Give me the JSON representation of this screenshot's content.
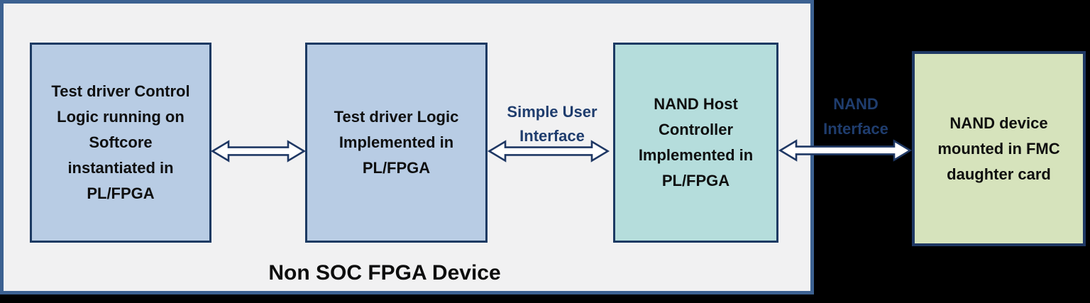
{
  "diagram": {
    "container": {
      "label": "Non SOC FPGA Device",
      "fill": "#f1f1f2",
      "border": "#3c6191",
      "label_color": "#0d0d0d"
    },
    "boxes": [
      {
        "name": "test-driver-control",
        "label": "Test driver Control Logic running on Softcore instantiated in PL/FPGA",
        "fill": "#b8cce4",
        "border": "#1c3a63"
      },
      {
        "name": "test-driver-logic",
        "label": "Test driver Logic Implemented in PL/FPGA",
        "fill": "#b8cce4",
        "border": "#1c3a63"
      },
      {
        "name": "nand-host-controller",
        "label": "NAND Host Controller Implemented in PL/FPGA",
        "fill": "#b5dddc",
        "border": "#1c3a63"
      },
      {
        "name": "nand-device",
        "label": "NAND device mounted in FMC daughter card",
        "fill": "#d6e3bc",
        "border": "#1f3864"
      }
    ],
    "connections": [
      {
        "label": "Simple User Interface",
        "color": "#1f3d6e"
      },
      {
        "label": "NAND Interface",
        "color": "#1f3d6e"
      }
    ],
    "colors": {
      "page_background": "#000000",
      "box_text": "#0f0f0f",
      "arrow_fill": "#ffffff",
      "arrow_outline": "#1f3864"
    }
  }
}
